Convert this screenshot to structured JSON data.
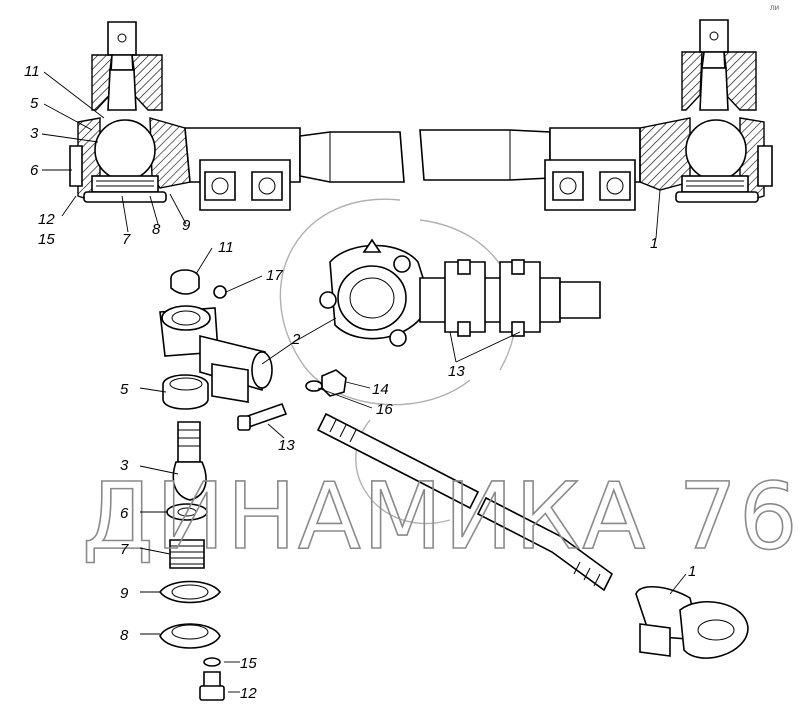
{
  "diagram": {
    "watermark": "ДИНАМИКА 76",
    "corner_mark": "ли",
    "callouts_top": [
      {
        "id": "c11a",
        "text": "11"
      },
      {
        "id": "c5a",
        "text": "5"
      },
      {
        "id": "c3a",
        "text": "3"
      },
      {
        "id": "c6a",
        "text": "6"
      },
      {
        "id": "c12a",
        "text": "12"
      },
      {
        "id": "c15a",
        "text": "15"
      },
      {
        "id": "c7a",
        "text": "7"
      },
      {
        "id": "c8a",
        "text": "8"
      },
      {
        "id": "c9a",
        "text": "9"
      },
      {
        "id": "c1a",
        "text": "1"
      }
    ],
    "callouts_exploded": [
      {
        "id": "c11b",
        "text": "11"
      },
      {
        "id": "c17",
        "text": "17"
      },
      {
        "id": "c2",
        "text": "2"
      },
      {
        "id": "c13a",
        "text": "13"
      },
      {
        "id": "c5b",
        "text": "5"
      },
      {
        "id": "c14",
        "text": "14"
      },
      {
        "id": "c16",
        "text": "16"
      },
      {
        "id": "c13b",
        "text": "13"
      },
      {
        "id": "c3b",
        "text": "3"
      },
      {
        "id": "c6b",
        "text": "6"
      },
      {
        "id": "c7b",
        "text": "7"
      },
      {
        "id": "c9b",
        "text": "9"
      },
      {
        "id": "c8b",
        "text": "8"
      },
      {
        "id": "c15b",
        "text": "15"
      },
      {
        "id": "c12b",
        "text": "12"
      },
      {
        "id": "c1b",
        "text": "1"
      }
    ]
  }
}
